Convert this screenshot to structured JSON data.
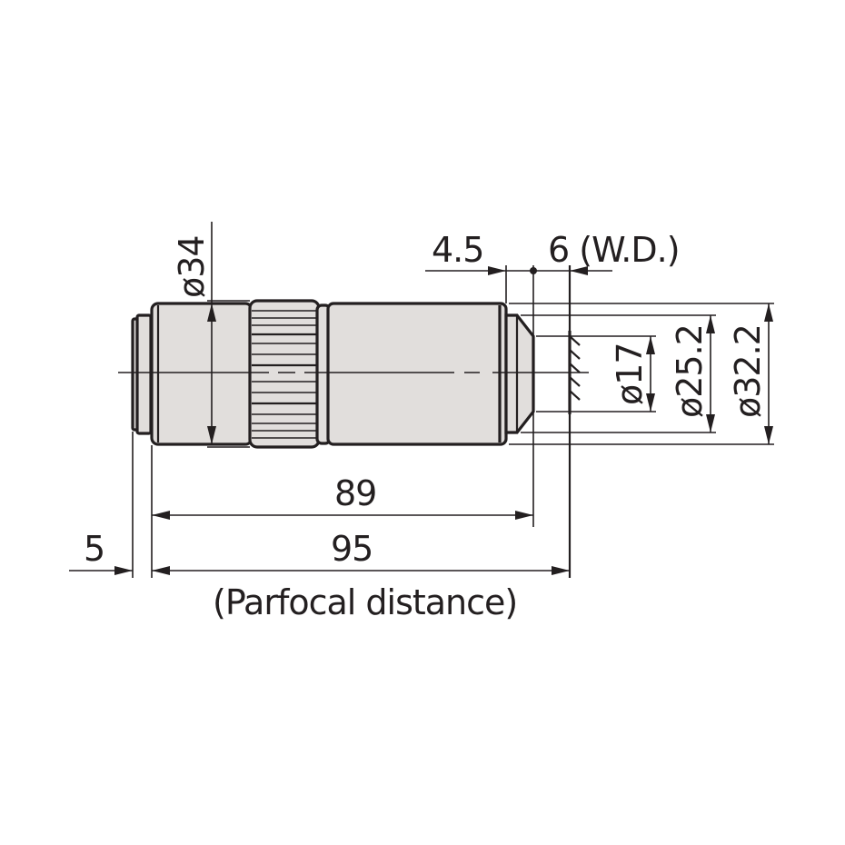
{
  "drawing": {
    "title": "Objective lens dimensional drawing",
    "colors": {
      "line": "#231f20",
      "body_fill": "#e1dedc",
      "background": "#ffffff"
    },
    "dimensions": {
      "outer_diameter": "ø34",
      "front_gap": "4.5",
      "working_distance": "6 (W.D.)",
      "field_diameter": "ø17",
      "tip_diameter": "ø25.2",
      "barrel_diameter": "ø32.2",
      "length_to_tip": "89",
      "parfocal_length": "95",
      "mount_thread_length": "5",
      "parfocal_label": "(Parfocal distance)"
    }
  }
}
